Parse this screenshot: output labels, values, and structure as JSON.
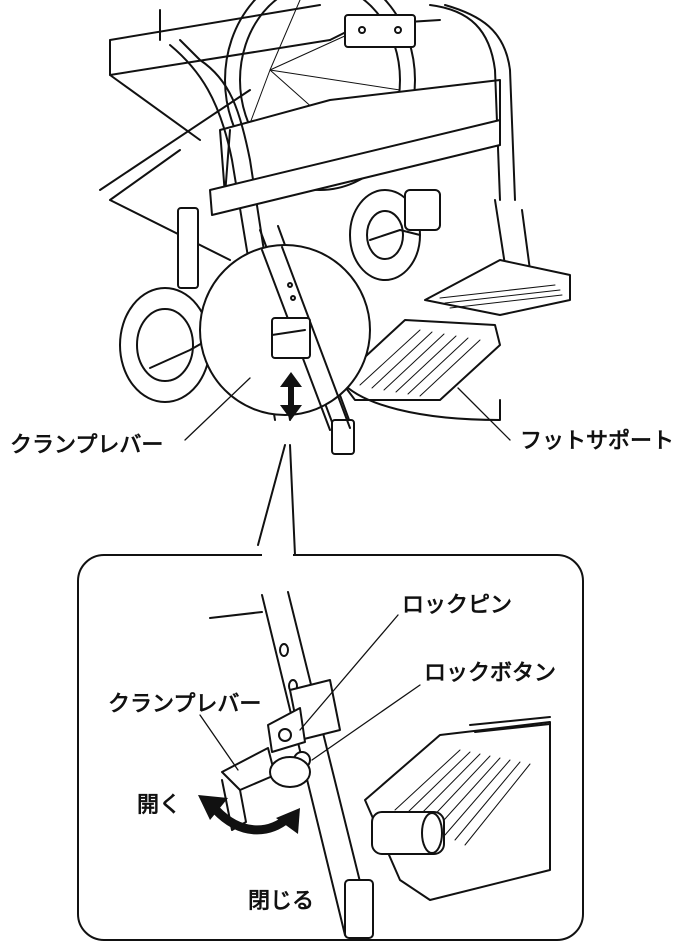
{
  "labels": {
    "clamp_lever_top": "クランプレバー",
    "foot_support": "フットサポート",
    "lock_pin": "ロックピン",
    "lock_button": "ロックボタン",
    "clamp_lever_detail": "クランプレバー",
    "open": "開く",
    "close": "閉じる"
  },
  "colors": {
    "ink": "#111111",
    "background": "#ffffff"
  },
  "icons": {
    "adjust_arrow": "double-headed-arrow-icon",
    "rotate_arrow": "curved-double-arrow-icon"
  }
}
